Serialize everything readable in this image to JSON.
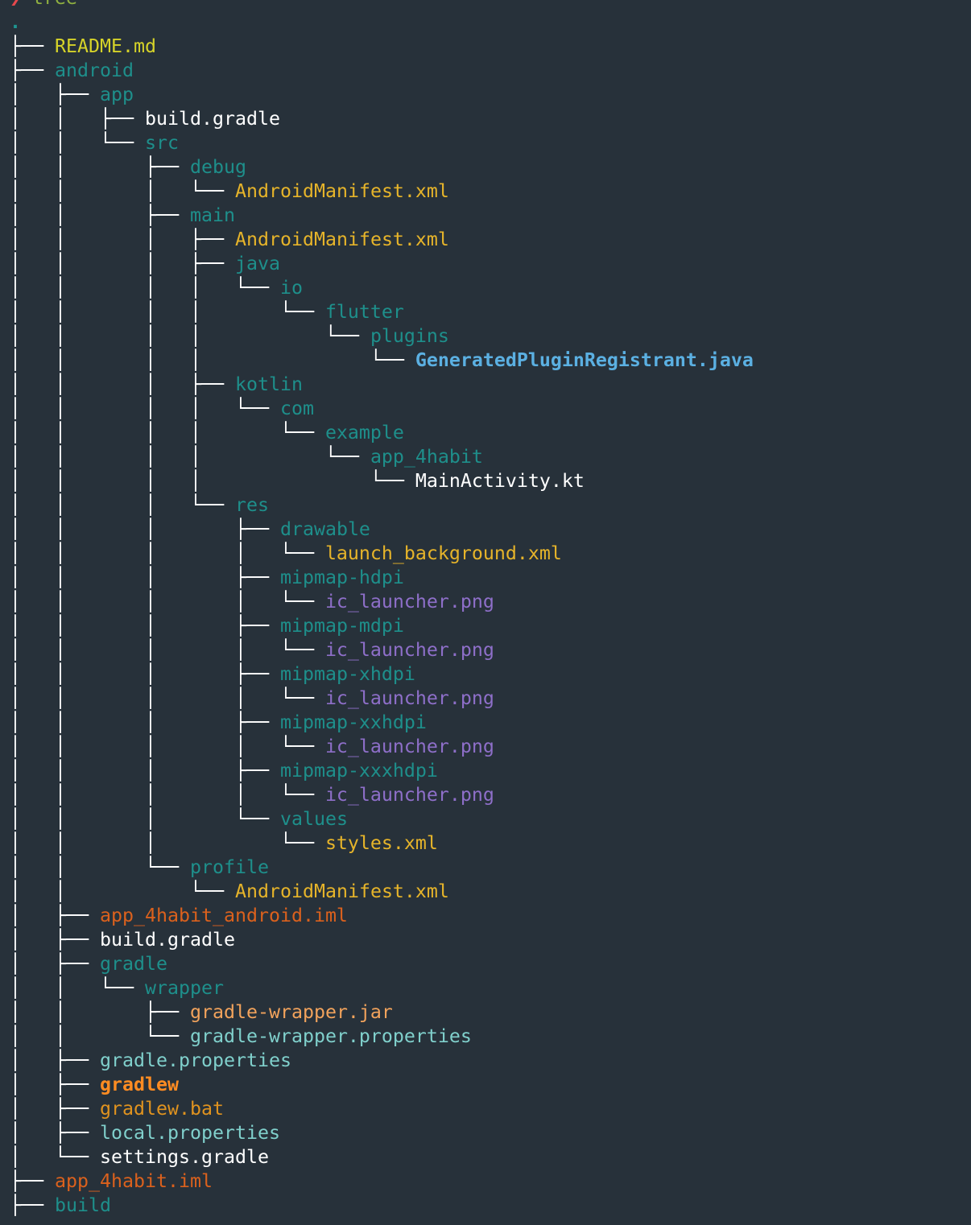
{
  "prompt": {
    "symbol": "❯",
    "command": "tree"
  },
  "lines": [
    {
      "p": "",
      "n": ".",
      "c": "root"
    },
    {
      "p": "├── ",
      "n": "README.md",
      "c": "md"
    },
    {
      "p": "├── ",
      "n": "android",
      "c": "dir"
    },
    {
      "p": "│   ├── ",
      "n": "app",
      "c": "dir"
    },
    {
      "p": "│   │   ├── ",
      "n": "build.gradle",
      "c": "file"
    },
    {
      "p": "│   │   └── ",
      "n": "src",
      "c": "dir"
    },
    {
      "p": "│   │       ├── ",
      "n": "debug",
      "c": "dir"
    },
    {
      "p": "│   │       │   └── ",
      "n": "AndroidManifest.xml",
      "c": "xml"
    },
    {
      "p": "│   │       ├── ",
      "n": "main",
      "c": "dir"
    },
    {
      "p": "│   │       │   ├── ",
      "n": "AndroidManifest.xml",
      "c": "xml"
    },
    {
      "p": "│   │       │   ├── ",
      "n": "java",
      "c": "dir"
    },
    {
      "p": "│   │       │   │   └── ",
      "n": "io",
      "c": "dir"
    },
    {
      "p": "│   │       │   │       └── ",
      "n": "flutter",
      "c": "dir"
    },
    {
      "p": "│   │       │   │           └── ",
      "n": "plugins",
      "c": "dir"
    },
    {
      "p": "│   │       │   │               └── ",
      "n": "GeneratedPluginRegistrant.java",
      "c": "java"
    },
    {
      "p": "│   │       │   ├── ",
      "n": "kotlin",
      "c": "dir"
    },
    {
      "p": "│   │       │   │   └── ",
      "n": "com",
      "c": "dir"
    },
    {
      "p": "│   │       │   │       └── ",
      "n": "example",
      "c": "dir"
    },
    {
      "p": "│   │       │   │           └── ",
      "n": "app_4habit",
      "c": "dir"
    },
    {
      "p": "│   │       │   │               └── ",
      "n": "MainActivity.kt",
      "c": "file"
    },
    {
      "p": "│   │       │   └── ",
      "n": "res",
      "c": "dir"
    },
    {
      "p": "│   │       │       ├── ",
      "n": "drawable",
      "c": "dir"
    },
    {
      "p": "│   │       │       │   └── ",
      "n": "launch_background.xml",
      "c": "xml"
    },
    {
      "p": "│   │       │       ├── ",
      "n": "mipmap-hdpi",
      "c": "dir"
    },
    {
      "p": "│   │       │       │   └── ",
      "n": "ic_launcher.png",
      "c": "png"
    },
    {
      "p": "│   │       │       ├── ",
      "n": "mipmap-mdpi",
      "c": "dir"
    },
    {
      "p": "│   │       │       │   └── ",
      "n": "ic_launcher.png",
      "c": "png"
    },
    {
      "p": "│   │       │       ├── ",
      "n": "mipmap-xhdpi",
      "c": "dir"
    },
    {
      "p": "│   │       │       │   └── ",
      "n": "ic_launcher.png",
      "c": "png"
    },
    {
      "p": "│   │       │       ├── ",
      "n": "mipmap-xxhdpi",
      "c": "dir"
    },
    {
      "p": "│   │       │       │   └── ",
      "n": "ic_launcher.png",
      "c": "png"
    },
    {
      "p": "│   │       │       ├── ",
      "n": "mipmap-xxxhdpi",
      "c": "dir"
    },
    {
      "p": "│   │       │       │   └── ",
      "n": "ic_launcher.png",
      "c": "png"
    },
    {
      "p": "│   │       │       └── ",
      "n": "values",
      "c": "dir"
    },
    {
      "p": "│   │       │           └── ",
      "n": "styles.xml",
      "c": "xml"
    },
    {
      "p": "│   │       └── ",
      "n": "profile",
      "c": "dir"
    },
    {
      "p": "│   │           └── ",
      "n": "AndroidManifest.xml",
      "c": "xml"
    },
    {
      "p": "│   ├── ",
      "n": "app_4habit_android.iml",
      "c": "iml"
    },
    {
      "p": "│   ├── ",
      "n": "build.gradle",
      "c": "file"
    },
    {
      "p": "│   ├── ",
      "n": "gradle",
      "c": "dir"
    },
    {
      "p": "│   │   └── ",
      "n": "wrapper",
      "c": "dir"
    },
    {
      "p": "│   │       ├── ",
      "n": "gradle-wrapper.jar",
      "c": "jar"
    },
    {
      "p": "│   │       └── ",
      "n": "gradle-wrapper.properties",
      "c": "prop"
    },
    {
      "p": "│   ├── ",
      "n": "gradle.properties",
      "c": "prop"
    },
    {
      "p": "│   ├── ",
      "n": "gradlew",
      "c": "exec"
    },
    {
      "p": "│   ├── ",
      "n": "gradlew.bat",
      "c": "bat"
    },
    {
      "p": "│   ├── ",
      "n": "local.properties",
      "c": "prop"
    },
    {
      "p": "│   └── ",
      "n": "settings.gradle",
      "c": "file"
    },
    {
      "p": "├── ",
      "n": "app_4habit.iml",
      "c": "iml"
    },
    {
      "p": "├── ",
      "n": "build",
      "c": "dir"
    }
  ]
}
